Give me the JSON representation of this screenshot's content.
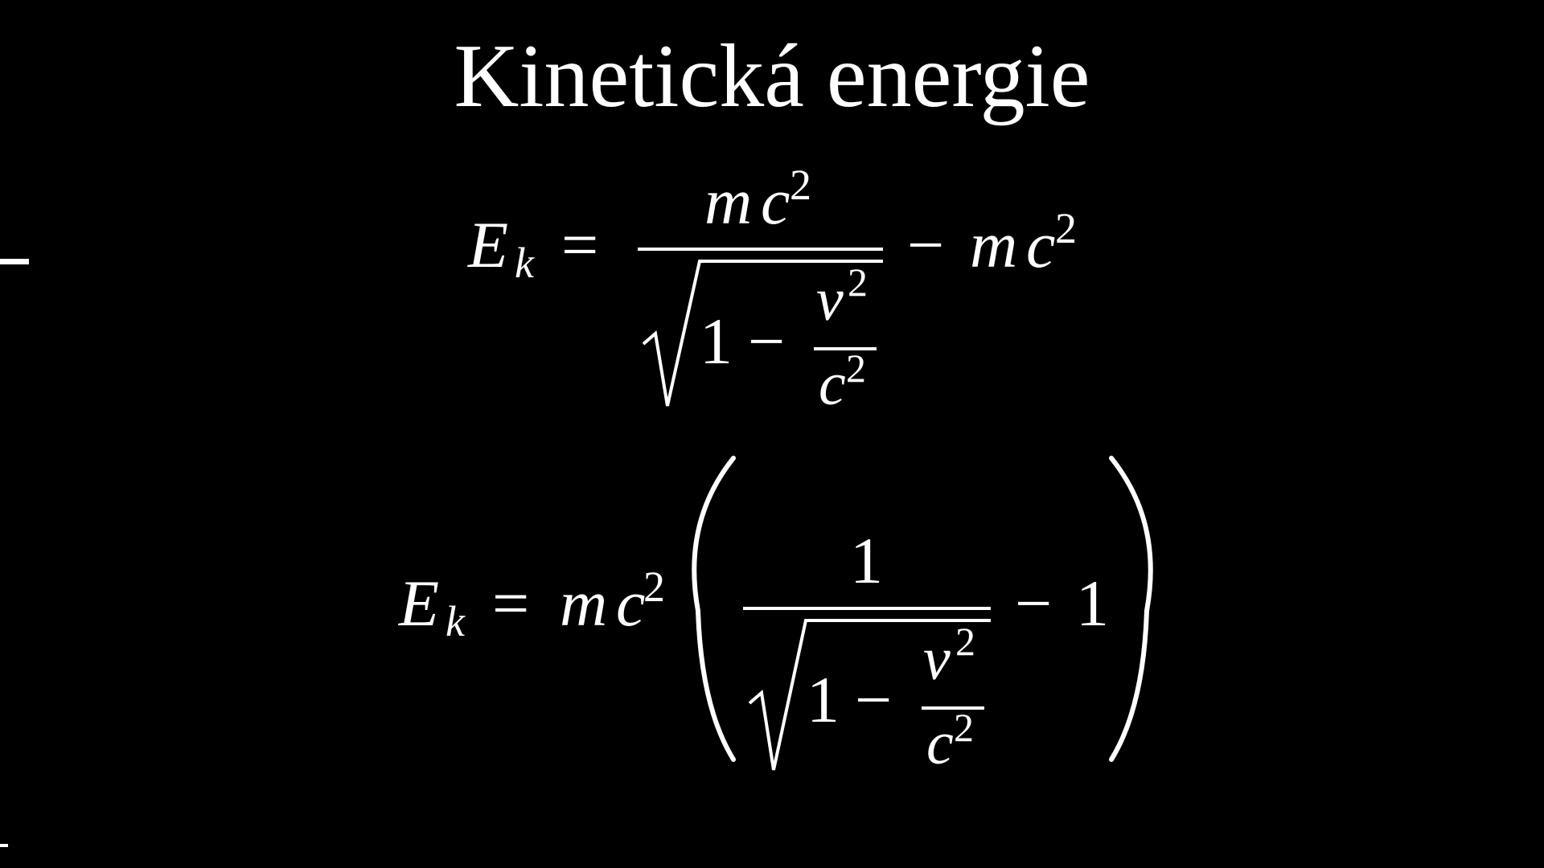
{
  "title": "Kinetická energie",
  "equations": {
    "eq1": {
      "lhs_var": "E",
      "lhs_sub": "k",
      "equals": "=",
      "num_m": "m",
      "num_c": "c",
      "num_exp": "2",
      "den_one": "1",
      "den_minus": "−",
      "inner_num_v": "v",
      "inner_num_exp": "2",
      "inner_den_c": "c",
      "inner_den_exp": "2",
      "minus": "−",
      "tail_m": "m",
      "tail_c": "c",
      "tail_exp": "2"
    },
    "eq2": {
      "lhs_var": "E",
      "lhs_sub": "k",
      "equals": "=",
      "pre_m": "m",
      "pre_c": "c",
      "pre_exp": "2",
      "num_one": "1",
      "den_one": "1",
      "den_minus": "−",
      "inner_num_v": "v",
      "inner_num_exp": "2",
      "inner_den_c": "c",
      "inner_den_exp": "2",
      "minus": "−",
      "tail_one": "1"
    }
  }
}
